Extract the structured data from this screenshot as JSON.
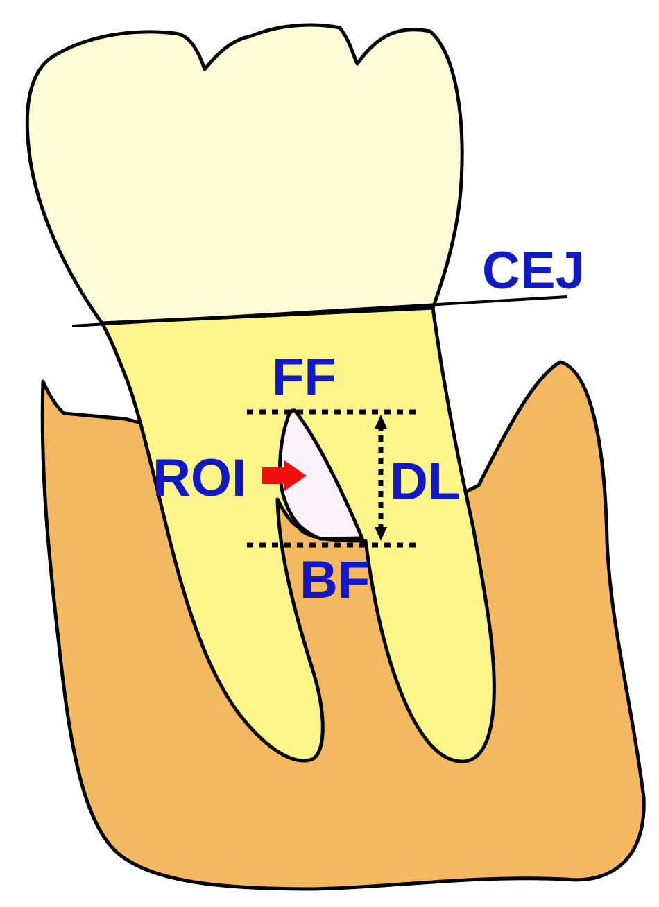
{
  "labels": {
    "cej": "CEJ",
    "ff": "FF",
    "roi": "ROI",
    "dl": "DL",
    "bf": "BF"
  },
  "colors": {
    "crown": "#fdfbd6",
    "root": "#fbf58a",
    "bone": "#f3b860",
    "lesion": "#fbf2fb",
    "outline": "#000000",
    "label": "#1018c8",
    "arrow": "#f01010"
  }
}
